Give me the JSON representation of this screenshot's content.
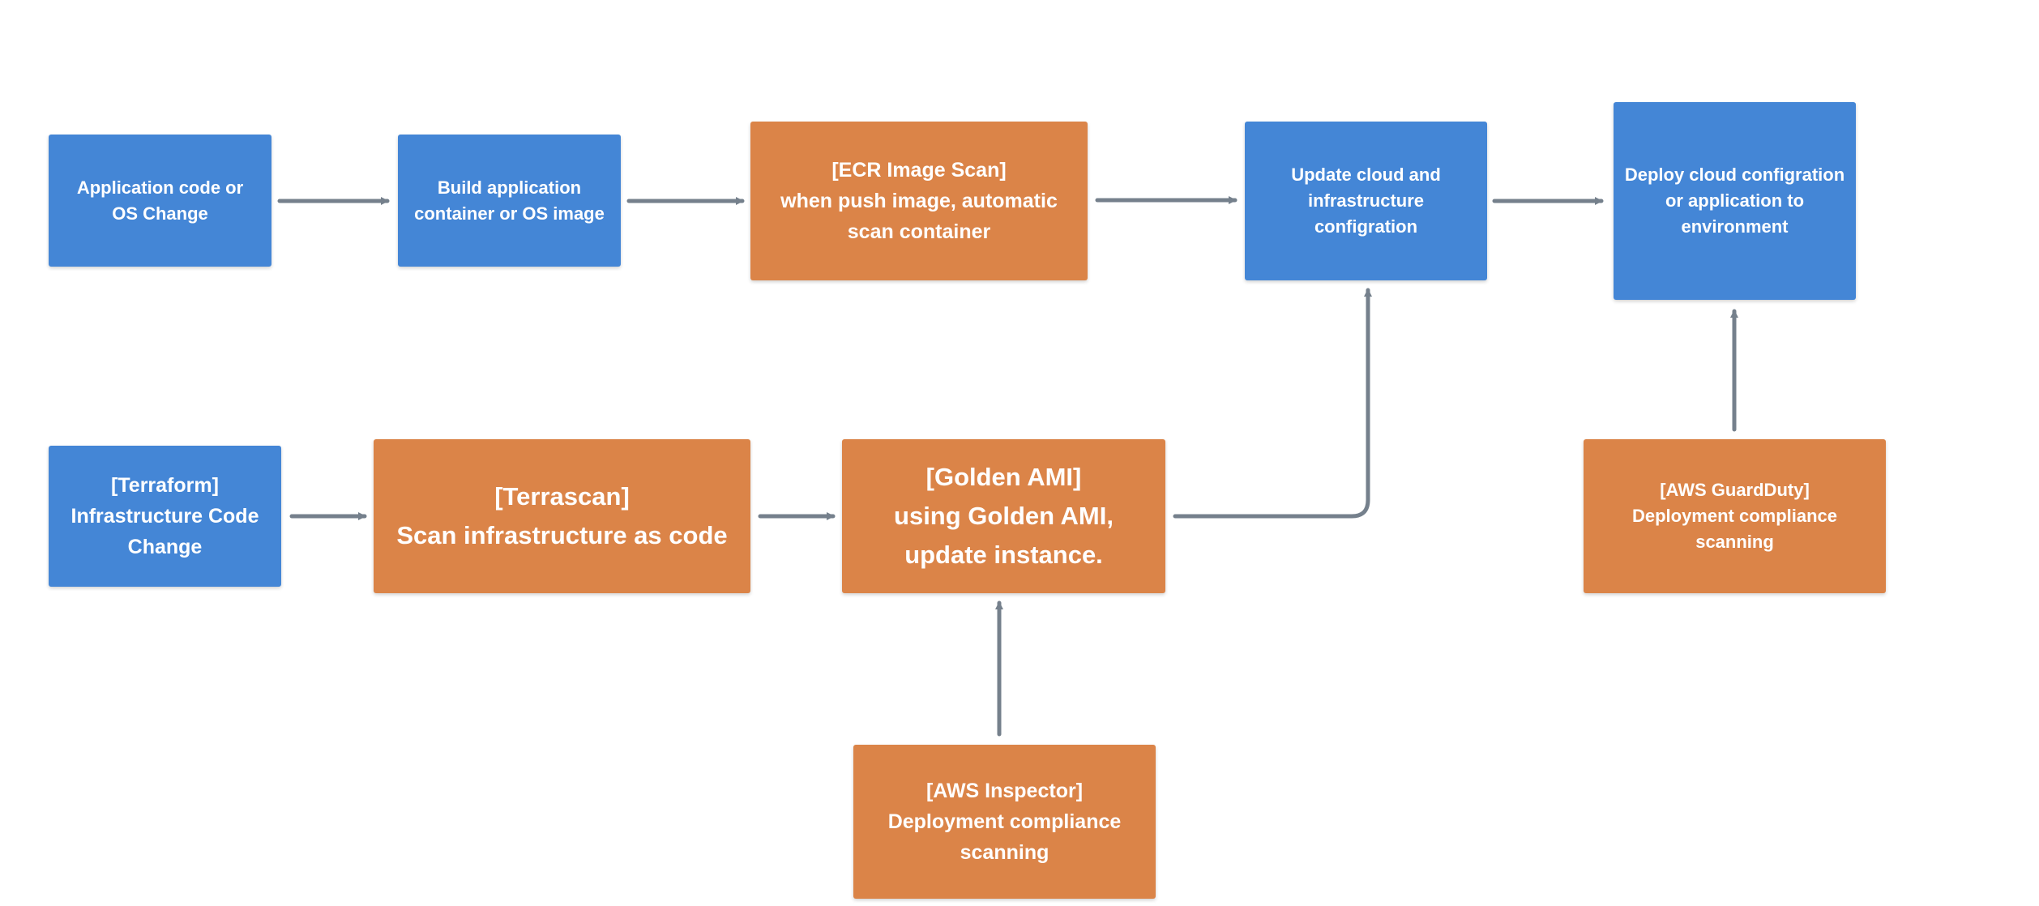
{
  "colors": {
    "blue_node": "#4486d6",
    "orange_node": "#db8448",
    "arrow": "#75808c",
    "text": "#ffffff",
    "background": "#ffffff"
  },
  "nodes": {
    "app_code_change": {
      "lines": [
        "Application code or",
        "OS Change"
      ]
    },
    "build_container": {
      "lines": [
        "Build application",
        "container or OS image"
      ]
    },
    "ecr_image_scan": {
      "lines": [
        "[ECR Image Scan]",
        "when push image, automatic",
        "scan container"
      ]
    },
    "update_cloud_config": {
      "lines": [
        "Update cloud and",
        "infrastructure",
        "configration"
      ]
    },
    "deploy_cloud_config": {
      "lines": [
        "Deploy cloud configration",
        "or application to",
        "environment"
      ]
    },
    "terraform_change": {
      "lines": [
        "[Terraform]",
        "Infrastructure Code",
        "Change"
      ]
    },
    "terrascan": {
      "lines": [
        "[Terrascan]",
        "Scan infrastructure as code"
      ]
    },
    "golden_ami": {
      "lines": [
        "[Golden AMI]",
        "using Golden AMI,",
        "update instance."
      ]
    },
    "aws_guardduty": {
      "lines": [
        "[AWS GuardDuty]",
        "Deployment compliance",
        "scanning"
      ]
    },
    "aws_inspector": {
      "lines": [
        "[AWS Inspector]",
        "Deployment compliance",
        "scanning"
      ]
    }
  }
}
